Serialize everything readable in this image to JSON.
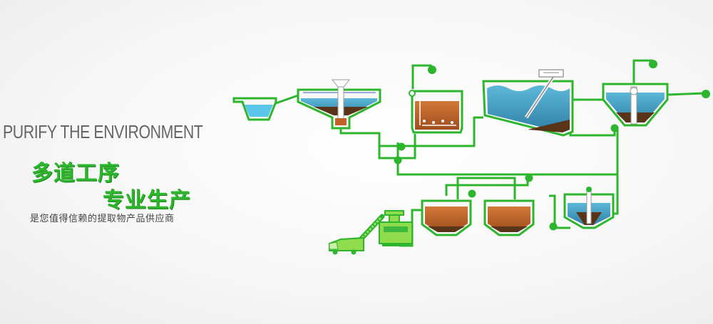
{
  "hero": {
    "slogan": "PURIFY THE ENVIRONMENT",
    "headline_line1": "多道工序",
    "headline_line2": "专业生产",
    "tagline": "是您值得信赖的提取物产品供应商"
  },
  "colors": {
    "accent_green": "#2db52d",
    "water_blue": "#4a9dc0",
    "light_water_blue": "#5cc6ea",
    "sludge_brown": "#c0622a",
    "dark_sludge": "#5a3418"
  },
  "icons": [
    "pump-icon",
    "scraper-icon",
    "screw-press-icon",
    "truck-icon"
  ]
}
